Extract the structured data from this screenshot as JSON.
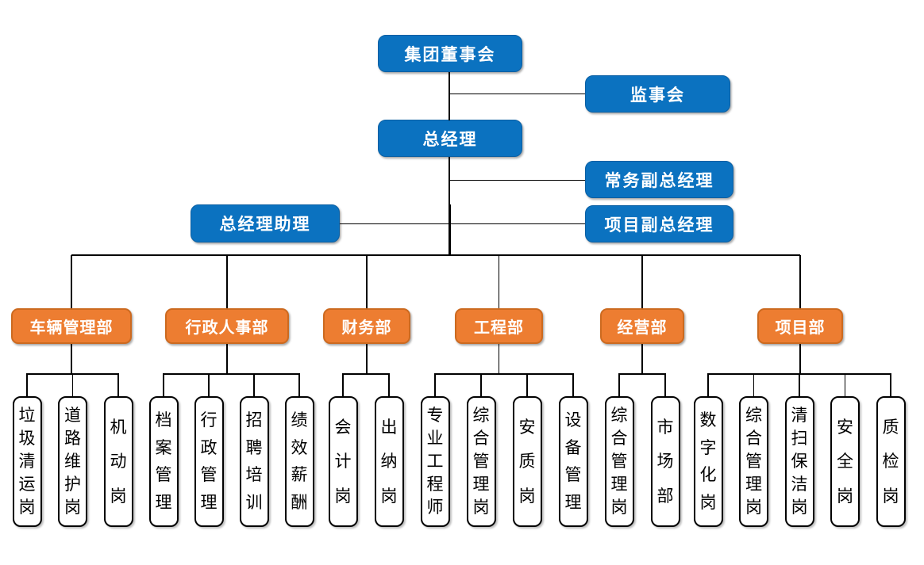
{
  "chart": {
    "board": "集团董事会",
    "supervisory": "监事会",
    "gm": "总经理",
    "exec_deputy": "常务副总经理",
    "assistant": "总经理助理",
    "proj_deputy": "项目副总经理",
    "departments": [
      {
        "label": "车辆管理部",
        "positions": [
          "垃圾清运岗",
          "道路维护岗",
          "机动岗"
        ]
      },
      {
        "label": "行政人事部",
        "positions": [
          "档案管理",
          "行政管理",
          "招聘培训",
          "绩效薪酬"
        ]
      },
      {
        "label": "财务部",
        "positions": [
          "会计岗",
          "出纳岗"
        ]
      },
      {
        "label": "工程部",
        "positions": [
          "专业工程师",
          "综合管理岗",
          "安质岗",
          "设备管理"
        ]
      },
      {
        "label": "经营部",
        "positions": [
          "综合管理岗",
          "市场部"
        ]
      },
      {
        "label": "项目部",
        "positions": [
          "数字化岗",
          "综合管理岗",
          "清扫保洁岗",
          "安全岗",
          "质检岗"
        ]
      }
    ],
    "colors": {
      "blue": "#0B72C0",
      "orange": "#ED7D31",
      "line": "#000000",
      "position_border": "#000000",
      "text_on_color": "#FFFFFF",
      "position_text": "#000000"
    }
  }
}
